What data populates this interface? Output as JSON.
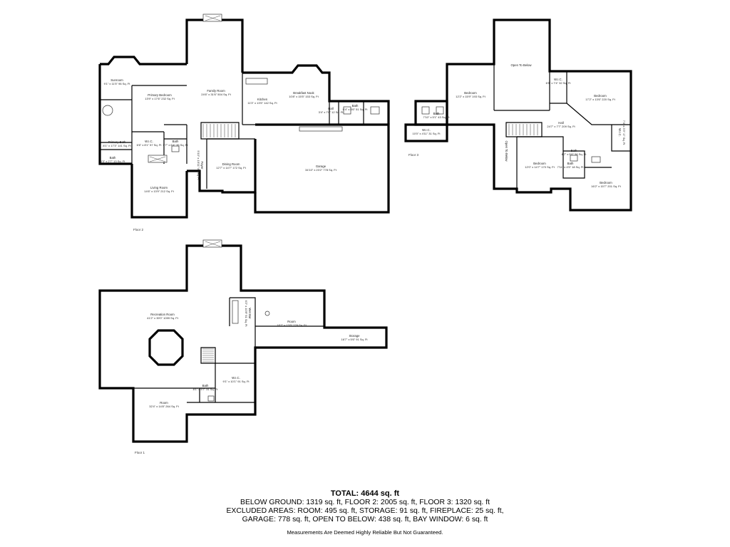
{
  "floors": {
    "floor2": {
      "label": "Floor 2",
      "rooms": [
        {
          "id": "sunroom",
          "name": "Sunroom",
          "dim": "9'1\" x 11'5\" 96 Sq. Ft"
        },
        {
          "id": "primary-bedroom",
          "name": "Primary Bedroom",
          "dim": "13'9\" x 17'6\" 232 Sq. Ft"
        },
        {
          "id": "family-room",
          "name": "Family Room",
          "dim": "24'6\" x 31'6\" 504 Sq. Ft"
        },
        {
          "id": "kitchen",
          "name": "Kitchen",
          "dim": "11'3\" x 13'5\" 142 Sq. Ft"
        },
        {
          "id": "breakfast-nook",
          "name": "Breakfast Nook",
          "dim": "10'8\" x 15'5\" 153 Sq. Ft"
        },
        {
          "id": "hall-f2",
          "name": "Hall",
          "dim": "3'4\" x 7'6\" 12 Sq. Ft"
        },
        {
          "id": "bath-f2-a",
          "name": "Bath",
          "dim": "9'4\" x 5'6\" 51 Sq. Ft"
        },
        {
          "id": "primary-bath",
          "name": "Primary Bath",
          "dim": "8'1\" x 17'3\" 141 Sq. Ft"
        },
        {
          "id": "wic-f2",
          "name": "W.I.C.",
          "dim": "6'6\" x 8'1\" 57 Sq. Ft"
        },
        {
          "id": "bath-f2-b",
          "name": "Bath",
          "dim": "5'7\" x 6'4\" 35 Sq. Ft"
        },
        {
          "id": "bath-f2-c",
          "name": "Bath",
          "dim": "4'3\" x 2'7\" 13 Sq. Ft"
        },
        {
          "id": "foyer",
          "name": "Foyer",
          "dim": "5'10\" x 15'11\" 83 Sq. Ft"
        },
        {
          "id": "dining-room",
          "name": "Dining Room",
          "dim": "12'7\" x 14'7\" 172 Sq. Ft"
        },
        {
          "id": "garage",
          "name": "Garage",
          "dim": "34'10\" x 23'2\" 778 Sq. Ft"
        },
        {
          "id": "living-room",
          "name": "Living Room",
          "dim": "14'6\" x 13'9\" 212 Sq. Ft"
        }
      ]
    },
    "floor3": {
      "label": "Floor 3",
      "rooms": [
        {
          "id": "open-to-below-top",
          "name": "Open To Below",
          "dim": ""
        },
        {
          "id": "bedroom-1",
          "name": "Bedroom",
          "dim": "12'2\" x 15'9\" 193 Sq. Ft"
        },
        {
          "id": "wic-f3-a",
          "name": "W.I.C.",
          "dim": "6'5\" x 7'4\" 32 Sq. Ft"
        },
        {
          "id": "bedroom-2",
          "name": "Bedroom",
          "dim": "17'2\" x 13'6\" 220 Sq. Ft"
        },
        {
          "id": "bath-f3-a",
          "name": "Bath",
          "dim": "7'10\" x 5'1\" 43 Sq. Ft"
        },
        {
          "id": "wic-f3-b",
          "name": "W.I.C.",
          "dim": "10'0\" x 4'11\" 31 Sq. Ft"
        },
        {
          "id": "hall-f3",
          "name": "Hall",
          "dim": "24'7\" x 7'7\" 209 Sq. Ft"
        },
        {
          "id": "wic-f3-c",
          "name": "W.I.C.",
          "dim": "7'4\" x 3'3\" 17 Sq. Ft"
        },
        {
          "id": "open-to-below-side",
          "name": "Open To Below",
          "dim": ""
        },
        {
          "id": "bedroom-3",
          "name": "Bedroom",
          "dim": "12'0\" x 14'7\" 170 Sq. Ft"
        },
        {
          "id": "bath-f3-b",
          "name": "Bath",
          "dim": "8'7\" x 5'6\" 56 Sq. Ft"
        },
        {
          "id": "bath-f3-c",
          "name": "Bath",
          "dim": "7'11\" x 4'5\" 18 Sq. Ft"
        },
        {
          "id": "bedroom-4",
          "name": "Bedroom",
          "dim": "16'2\" x 15'7\" 201 Sq. Ft"
        }
      ]
    },
    "floor1": {
      "label": "Floor 1",
      "rooms": [
        {
          "id": "recreation-room",
          "name": "Recreation Room",
          "dim": "41'2\" x 39'0\" 1099 Sq. Ft"
        },
        {
          "id": "wet-bar",
          "name": "Wet Bar",
          "dim": "6'2\" x 10'8\" 51 Sq. Ft"
        },
        {
          "id": "room-f1-a",
          "name": "Room",
          "dim": "18'7\" x 13'5\" 229 Sq. Ft"
        },
        {
          "id": "storage",
          "name": "Storage",
          "dim": "16'7\" x 5'6\" 91 Sq. Ft"
        },
        {
          "id": "wic-f1",
          "name": "W.I.C.",
          "dim": "9'1\" x 10'1\" 91 Sq. Ft"
        },
        {
          "id": "bath-f1",
          "name": "Bath",
          "dim": "8'1\" x 5'7\" 31 Sq. Ft"
        },
        {
          "id": "room-f1-b",
          "name": "Room",
          "dim": "32'4\" x 14'8\" 264 Sq. Ft"
        }
      ]
    }
  },
  "summary": {
    "total": "TOTAL: 4644 sq. ft",
    "line1": "BELOW GROUND: 1319 sq. ft, FLOOR 2: 2005 sq. ft, FLOOR 3: 1320 sq. ft",
    "line2": "EXCLUDED AREAS: ROOM: 495 sq. ft, STORAGE: 91 sq. ft, FIREPLACE: 25 sq. ft,",
    "line3": "GARAGE: 778 sq. ft, OPEN TO BELOW: 438 sq. ft, BAY WINDOW: 6 sq. ft",
    "disclaimer": "Measurements Are Deemed Highly Reliable But Not Guaranteed."
  }
}
